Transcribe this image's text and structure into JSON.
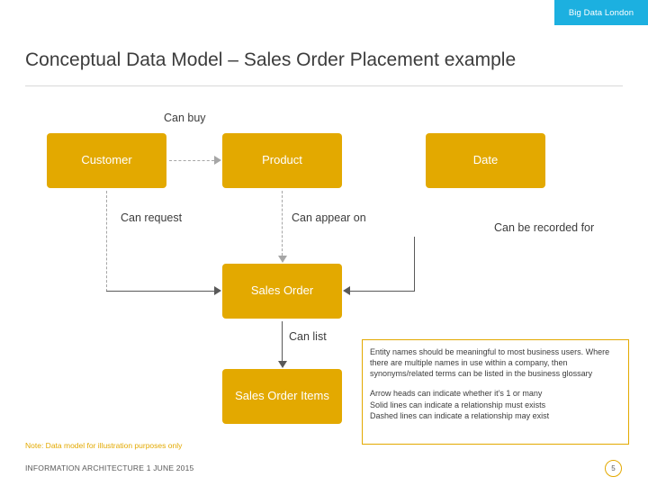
{
  "brand": {
    "tab_label": "Big Data London"
  },
  "slide": {
    "title": "Conceptual Data Model – Sales Order Placement example",
    "footnote": "Note: Data model for illustration purposes only",
    "footer": "INFORMATION ARCHITECTURE  1 JUNE 2015",
    "page_number": "5"
  },
  "entities": [
    {
      "id": "customer",
      "label": "Customer"
    },
    {
      "id": "product",
      "label": "Product"
    },
    {
      "id": "date",
      "label": "Date"
    },
    {
      "id": "sales_order",
      "label": "Sales Order"
    },
    {
      "id": "sales_order_items",
      "label": "Sales Order Items"
    }
  ],
  "relationships": [
    {
      "id": "can_buy",
      "label": "Can buy"
    },
    {
      "id": "can_request",
      "label": "Can request"
    },
    {
      "id": "can_appear_on",
      "label": "Can appear on"
    },
    {
      "id": "can_be_recorded_for",
      "label": "Can be recorded for"
    },
    {
      "id": "can_list",
      "label": "Can list"
    }
  ],
  "note": {
    "paragraph_1": "Entity names should be meaningful to most business users. Where there are multiple names in use within a company, then synonyms/related terms can be listed in the business glossary",
    "paragraph_2_line_1": "Arrow heads can indicate whether it’s 1 or many",
    "paragraph_2_line_2": "Solid lines can indicate a relationship must exists",
    "paragraph_2_line_3": "Dashed lines can indicate a relationship may exist"
  },
  "colors": {
    "entity_fill": "#e3a900",
    "brand_tab": "#1cb0e0",
    "solid_line": "#595959",
    "dashed_line": "#a6a6a6"
  }
}
